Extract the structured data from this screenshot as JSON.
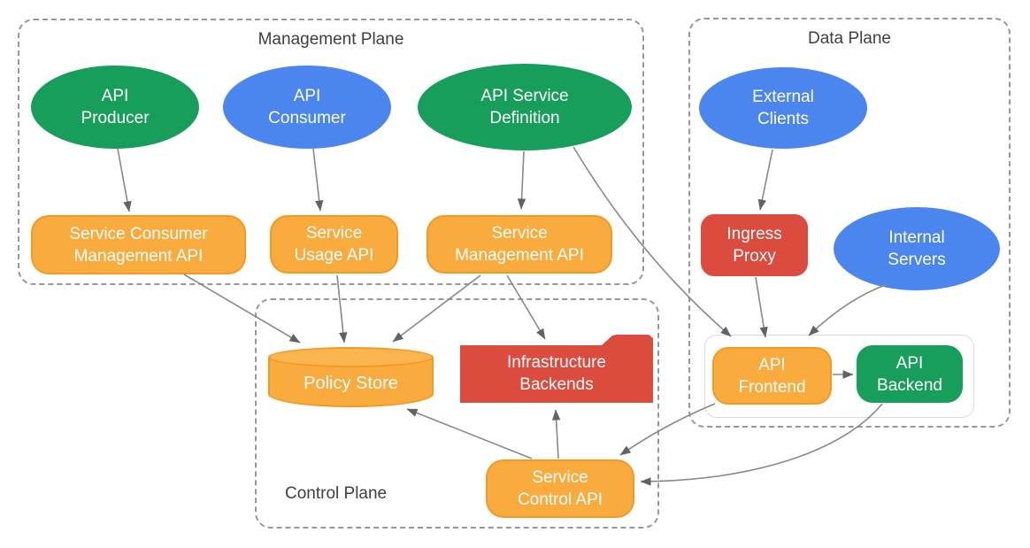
{
  "planes": {
    "management": {
      "label": "Management Plane"
    },
    "data": {
      "label": "Data Plane"
    },
    "control": {
      "label": "Control Plane"
    }
  },
  "nodes": {
    "api_producer": {
      "label": "API\nProducer",
      "shape": "ellipse",
      "color": "green"
    },
    "api_consumer": {
      "label": "API\nConsumer",
      "shape": "ellipse",
      "color": "blue"
    },
    "api_service_definition": {
      "label": "API Service\nDefinition",
      "shape": "ellipse",
      "color": "green"
    },
    "service_consumer_management_api": {
      "label": "Service Consumer\nManagement API",
      "shape": "rounded-rect",
      "color": "orange"
    },
    "service_usage_api": {
      "label": "Service\nUsage API",
      "shape": "rounded-rect",
      "color": "orange"
    },
    "service_management_api": {
      "label": "Service\nManagement API",
      "shape": "rounded-rect",
      "color": "orange"
    },
    "external_clients": {
      "label": "External\nClients",
      "shape": "ellipse",
      "color": "blue"
    },
    "ingress_proxy": {
      "label": "Ingress\nProxy",
      "shape": "rounded-rect",
      "color": "red"
    },
    "internal_servers": {
      "label": "Internal\nServers",
      "shape": "ellipse",
      "color": "blue"
    },
    "api_frontend": {
      "label": "API\nFrontend",
      "shape": "rounded-rect",
      "color": "orange"
    },
    "api_backend": {
      "label": "API\nBackend",
      "shape": "rounded-rect",
      "color": "green"
    },
    "policy_store": {
      "label": "Policy Store",
      "shape": "cylinder",
      "color": "orange"
    },
    "infrastructure_backends": {
      "label": "Infrastructure\nBackends",
      "shape": "folder",
      "color": "red"
    },
    "service_control_api": {
      "label": "Service\nControl API",
      "shape": "rounded-rect",
      "color": "orange"
    }
  },
  "edges": [
    {
      "from": "api_producer",
      "to": "service_consumer_management_api"
    },
    {
      "from": "api_consumer",
      "to": "service_usage_api"
    },
    {
      "from": "api_service_definition",
      "to": "service_management_api"
    },
    {
      "from": "api_service_definition",
      "to": "api_frontend"
    },
    {
      "from": "service_consumer_management_api",
      "to": "policy_store"
    },
    {
      "from": "service_usage_api",
      "to": "policy_store"
    },
    {
      "from": "service_management_api",
      "to": "policy_store"
    },
    {
      "from": "service_management_api",
      "to": "infrastructure_backends"
    },
    {
      "from": "external_clients",
      "to": "ingress_proxy"
    },
    {
      "from": "ingress_proxy",
      "to": "api_frontend"
    },
    {
      "from": "internal_servers",
      "to": "api_frontend"
    },
    {
      "from": "api_frontend",
      "to": "api_backend"
    },
    {
      "from": "api_frontend",
      "to": "service_control_api"
    },
    {
      "from": "api_backend",
      "to": "service_control_api"
    },
    {
      "from": "service_control_api",
      "to": "policy_store"
    },
    {
      "from": "service_control_api",
      "to": "infrastructure_backends"
    }
  ],
  "colors": {
    "green": "#189E5B",
    "blue": "#4B85EE",
    "red": "#DB4B3E",
    "orange_fill": "#F9AB3D",
    "orange_border": "#F09A23",
    "cylinder_top": "#FAB54E",
    "plane_border": "#94999E",
    "plane_title_text": "#3C4043",
    "arrow_line": "#85898C",
    "arrow_head": "#5F6368",
    "inner_container_border": "#D8DADD"
  }
}
